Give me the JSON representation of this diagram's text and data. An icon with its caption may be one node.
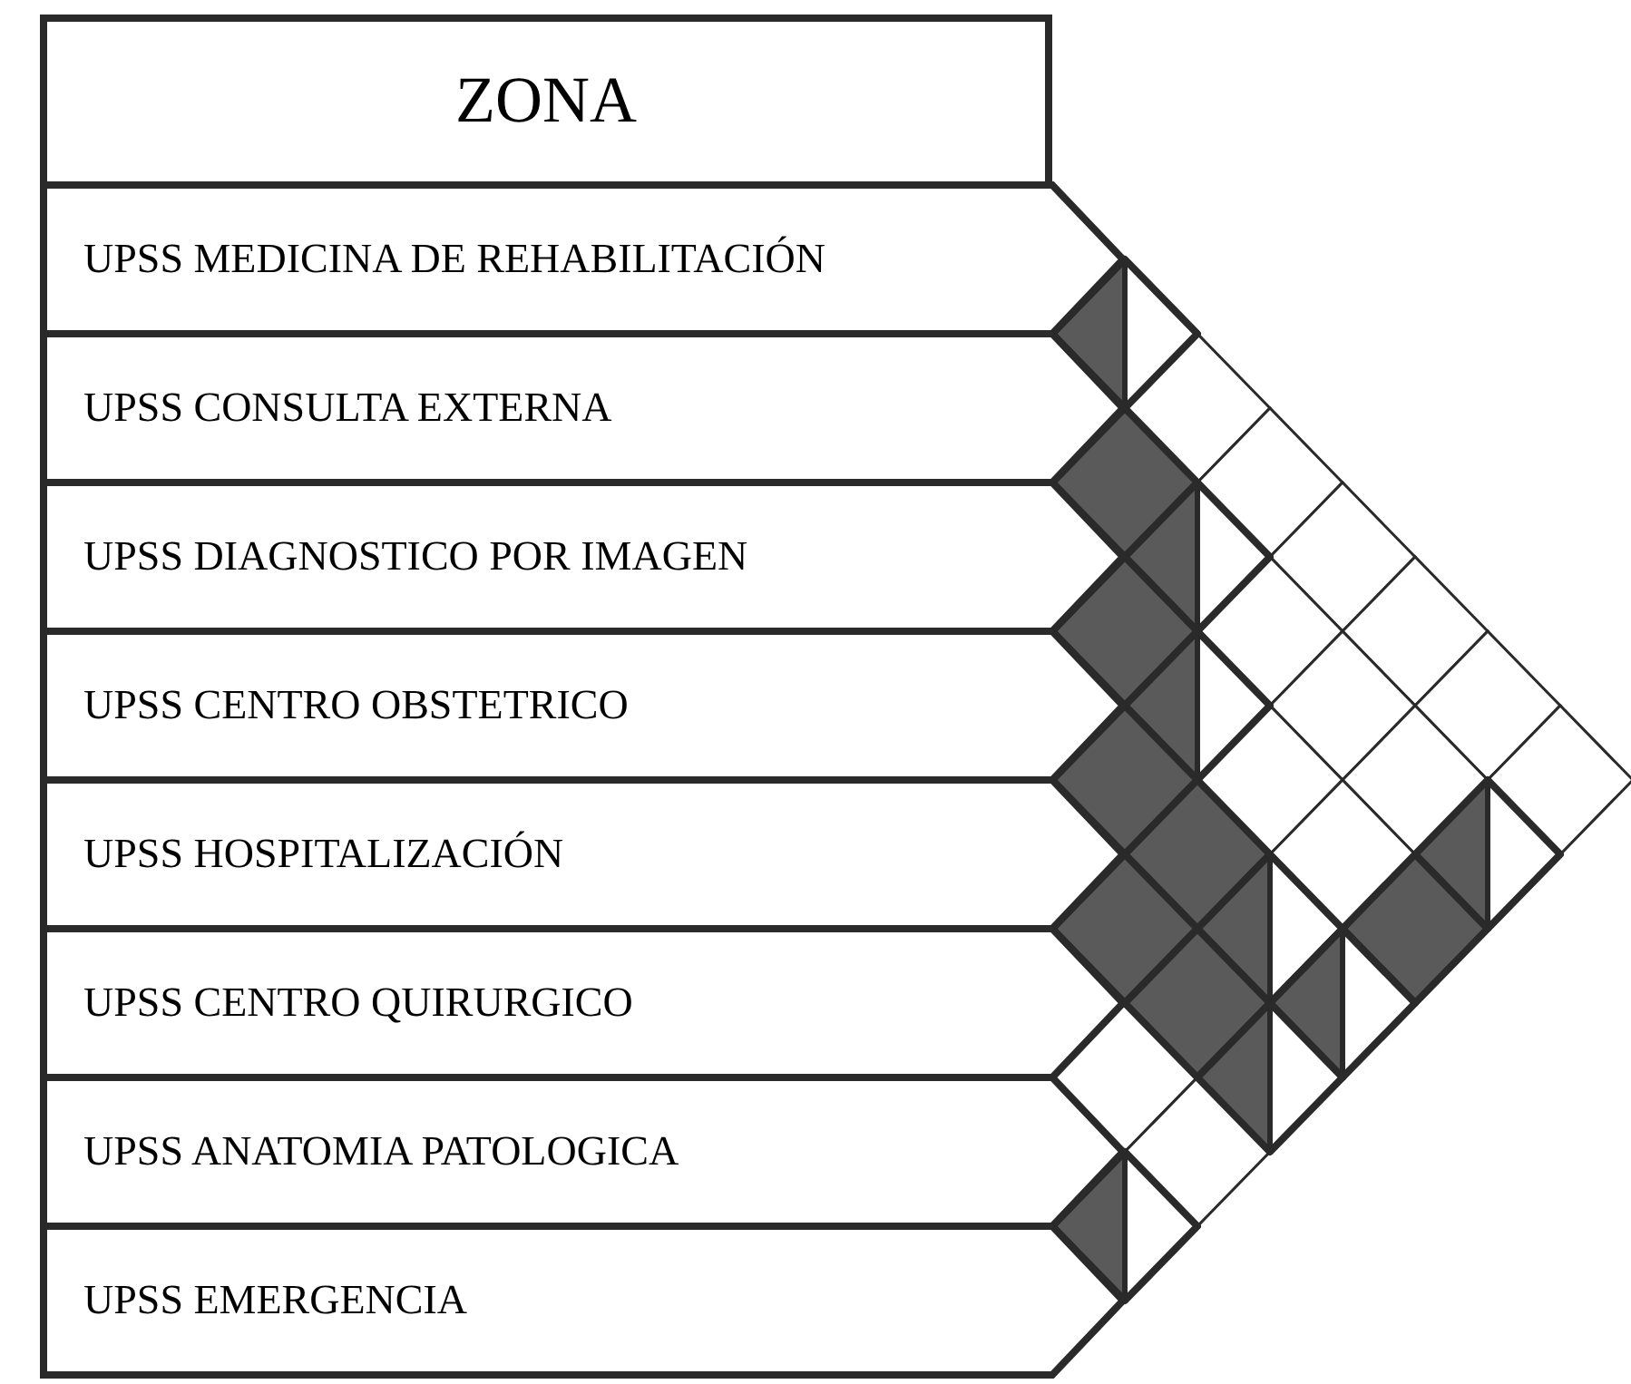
{
  "diagram": {
    "nodes": [
      {
        "text": [
          "ZONA"
        ]
      },
      {
        "text": [
          "UPSS MEDICINA DE REHABILITACIÓN"
        ]
      },
      {
        "text": [
          "UPSS CONSULTA EXTERNA"
        ]
      },
      {
        "text": [
          "UPSS DIAGNOSTICO POR IMAGEN"
        ]
      },
      {
        "text": [
          "UPSS CENTRO OBSTETRICO"
        ]
      },
      {
        "text": [
          "UPSS HOSPITALIZACIÓN"
        ]
      },
      {
        "text": [
          "UPSS CENTRO QUIRURGICO"
        ]
      },
      {
        "text": [
          "UPSS ANATOMIA PATOLOGICA"
        ]
      },
      {
        "text": [
          "UPSS EMERGENCIA"
        ]
      }
    ]
  }
}
